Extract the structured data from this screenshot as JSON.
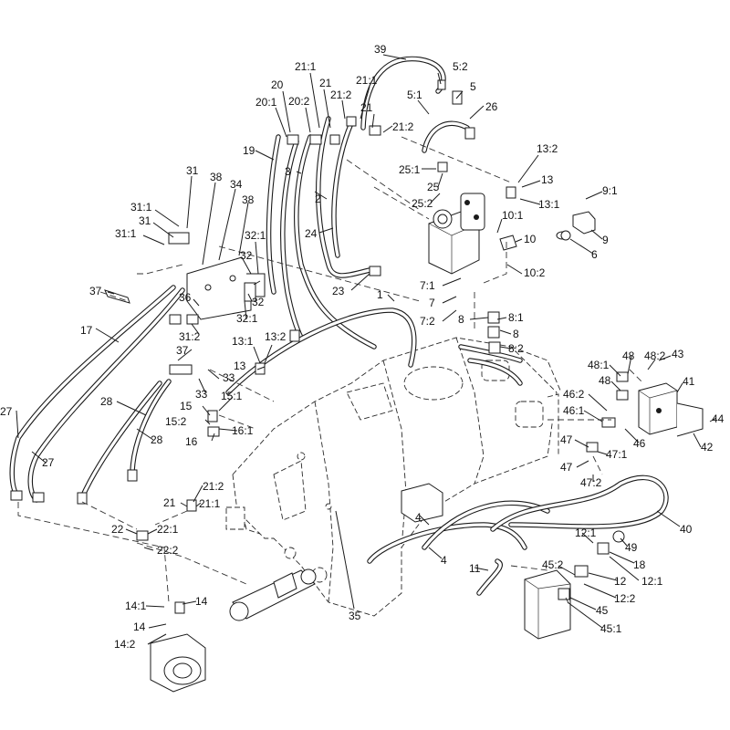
{
  "diagram": {
    "labels": [
      "39",
      "5:2",
      "5:1",
      "5",
      "21:1",
      "21",
      "21:1",
      "20",
      "20:2",
      "21:2",
      "20:1",
      "21",
      "21:2",
      "26",
      "19",
      "3",
      "2",
      "24",
      "23",
      "1",
      "25:1",
      "25",
      "25:2",
      "13:2",
      "13",
      "13:1",
      "9:1",
      "9",
      "6",
      "10:1",
      "10",
      "10:2",
      "7:1",
      "7",
      "7:2",
      "8",
      "8:1",
      "8",
      "8:2",
      "31",
      "38",
      "34",
      "38",
      "31:1",
      "31",
      "31:1",
      "32:1",
      "32",
      "32",
      "32:1",
      "37",
      "36",
      "31:2",
      "17",
      "37",
      "33",
      "13:1",
      "13:2",
      "13",
      "33",
      "15:1",
      "15",
      "15:2",
      "16:1",
      "16",
      "28",
      "28",
      "27",
      "27",
      "48",
      "48:2",
      "43",
      "48:1",
      "48",
      "41",
      "46:2",
      "46:1",
      "46",
      "44",
      "42",
      "47",
      "47:1",
      "47",
      "47:2",
      "40",
      "21:2",
      "21",
      "21:1",
      "22",
      "22:1",
      "22:2",
      "4",
      "4",
      "35",
      "11",
      "12:1",
      "49",
      "18",
      "12",
      "12:1",
      "12:2",
      "45:2",
      "45",
      "45:1",
      "14:1",
      "14",
      "14",
      "14:2"
    ]
  }
}
